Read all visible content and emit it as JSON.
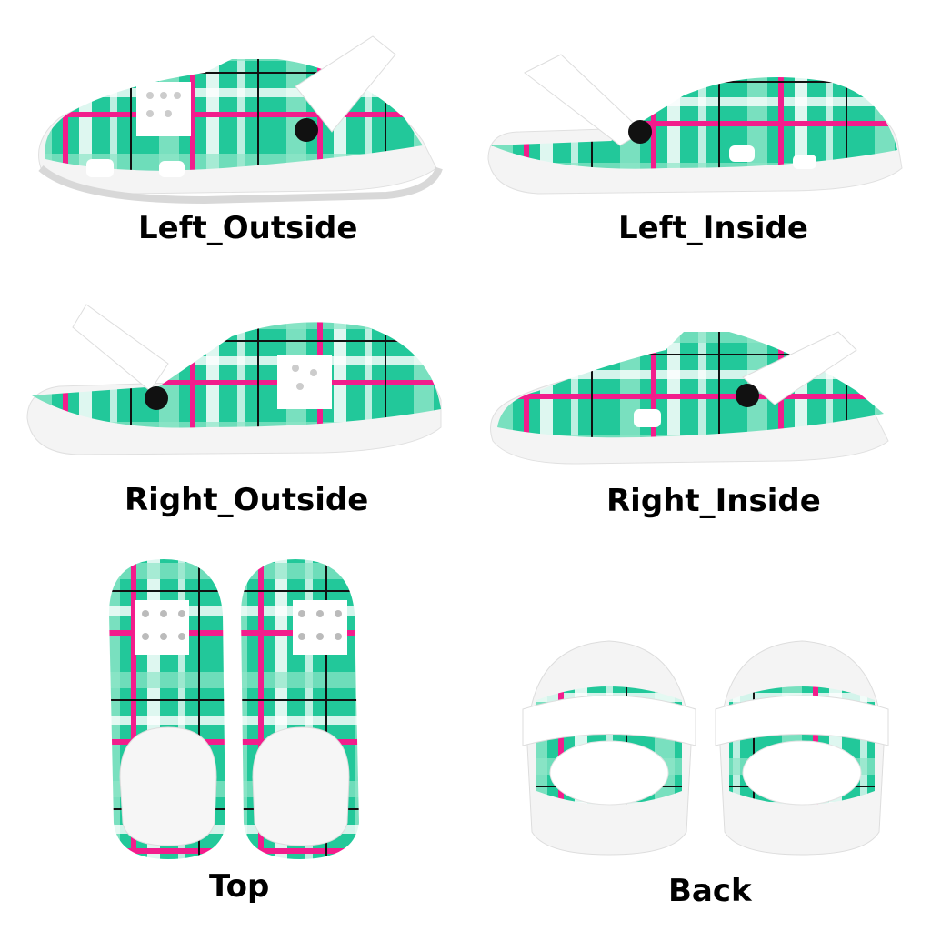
{
  "views": [
    {
      "id": "left_outside",
      "label": "Left_Outside"
    },
    {
      "id": "left_inside",
      "label": "Left_Inside"
    },
    {
      "id": "right_outside",
      "label": "Right_Outside"
    },
    {
      "id": "right_inside",
      "label": "Right_Inside"
    },
    {
      "id": "top",
      "label": "Top"
    },
    {
      "id": "back",
      "label": "Back"
    }
  ],
  "colors": {
    "green": "#22c89a",
    "light_green": "#8fe6c8",
    "pink": "#f21d8c",
    "white": "#ffffff",
    "sole_shadow": "#dcdcdc",
    "rivet": "#111111"
  }
}
